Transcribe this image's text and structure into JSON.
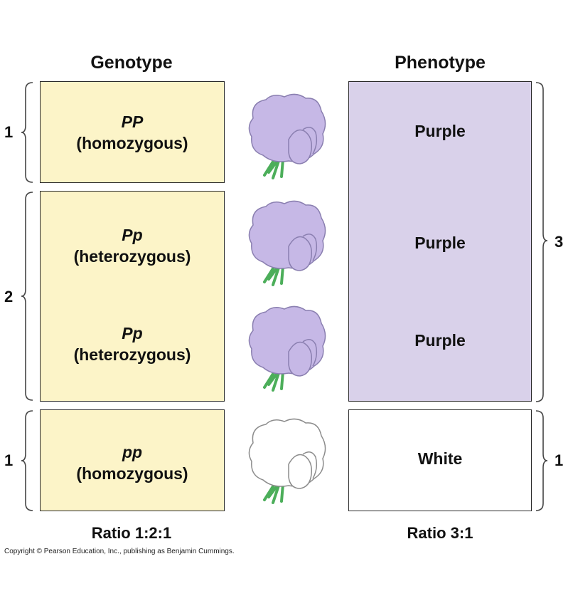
{
  "headers": {
    "genotype": "Genotype",
    "phenotype": "Phenotype"
  },
  "genotype_rows": [
    {
      "symbol": "PP",
      "label": "(homozygous)",
      "count": "1"
    },
    {
      "symbol": "Pp",
      "label": "(heterozygous)"
    },
    {
      "symbol": "Pp",
      "label": "(heterozygous)"
    },
    {
      "symbol": "pp",
      "label": "(homozygous)",
      "count": "1"
    }
  ],
  "genotype_group_count": "2",
  "phenotype_rows": [
    "Purple",
    "Purple",
    "Purple",
    "White"
  ],
  "phenotype_counts": {
    "purple": "3",
    "white": "1"
  },
  "ratios": {
    "genotype": "Ratio 1:2:1",
    "phenotype": "Ratio 3:1"
  },
  "copyright": "Copyright © Pearson Education, Inc., publishing as Benjamin Cummings.",
  "colors": {
    "genotype_box": "#fcf4c8",
    "purple_box": "#d9d1ea",
    "white_box": "#ffffff",
    "flower_purple": "#c6b8e6",
    "flower_white": "#ffffff",
    "stem_green": "#4cae5a"
  },
  "icons": [
    "purple-flower-icon",
    "purple-flower-icon",
    "purple-flower-icon",
    "white-flower-icon"
  ]
}
